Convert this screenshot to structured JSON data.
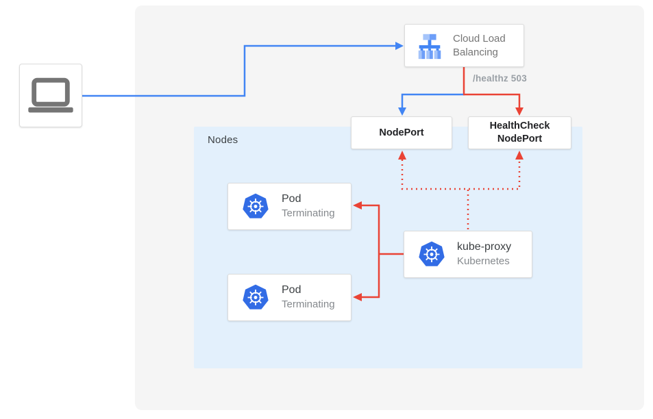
{
  "colors": {
    "blue_accent": "#4285F4",
    "red_accent": "#EA4335",
    "outer_panel_bg": "#F5F5F5",
    "nodes_panel_bg": "#E3F0FC",
    "kubernetes_blue": "#326CE5",
    "card_border": "#DCDCDC"
  },
  "load_balancer": {
    "label_line1": "Cloud Load",
    "label_line2": "Balancing"
  },
  "health_check_path_label": "/healthz 503",
  "node_port": {
    "label": "NodePort"
  },
  "health_check_node_port": {
    "label_line1": "HealthCheck",
    "label_line2": "NodePort"
  },
  "nodes": {
    "label": "Nodes"
  },
  "pods": [
    {
      "title": "Pod",
      "status": "Terminating"
    },
    {
      "title": "Pod",
      "status": "Terminating"
    }
  ],
  "kube_proxy": {
    "title": "kube-proxy",
    "subtitle": "Kubernetes"
  }
}
